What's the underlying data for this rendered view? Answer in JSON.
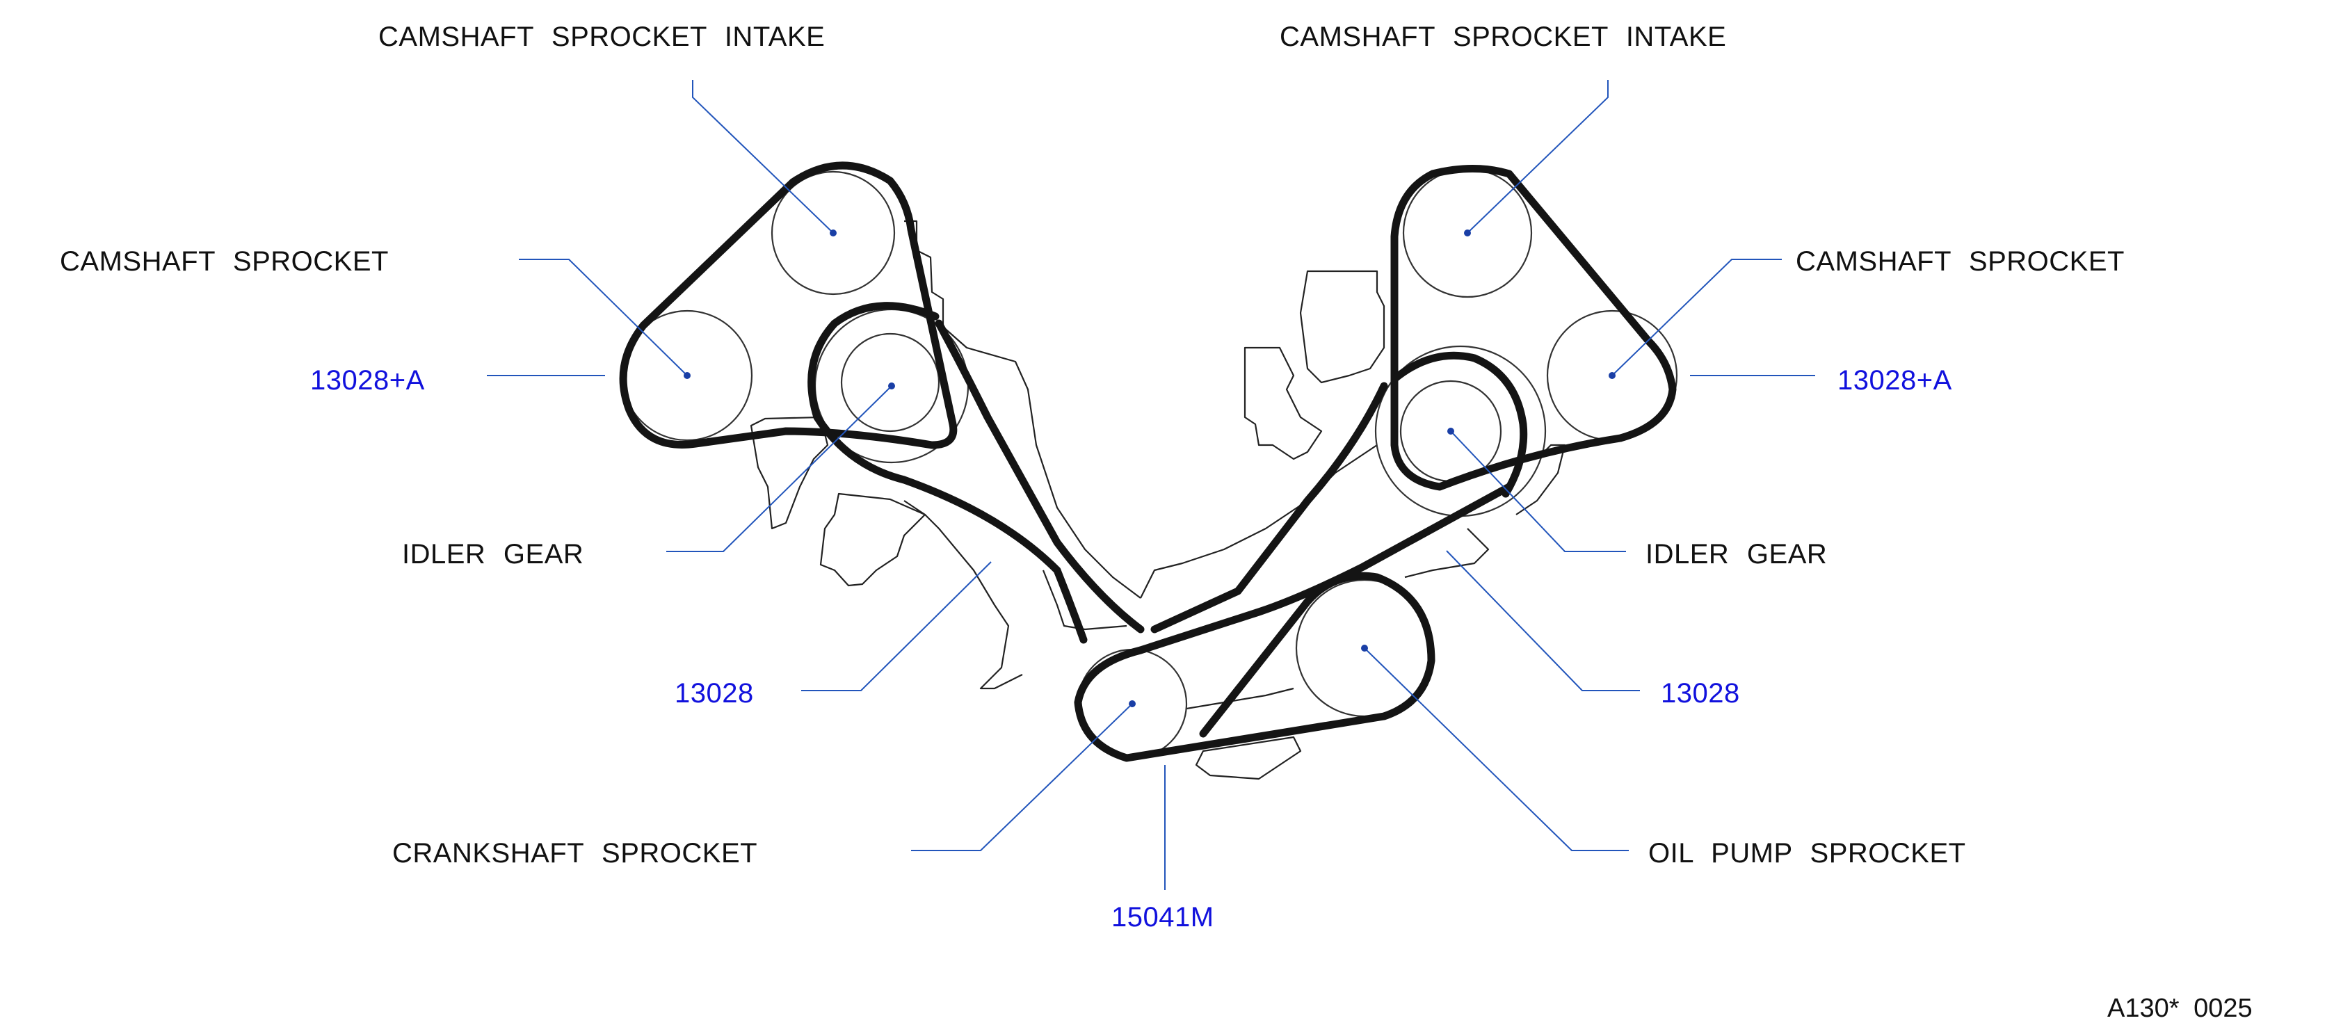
{
  "labels": {
    "left_cam_intake": "CAMSHAFT SPROCKET INTAKE",
    "right_cam_intake": "CAMSHAFT SPROCKET INTAKE",
    "left_cam": "CAMSHAFT SPROCKET",
    "right_cam": "CAMSHAFT SPROCKET",
    "left_idler": "IDLER GEAR",
    "right_idler": "IDLER GEAR",
    "crank": "CRANKSHAFT SPROCKET",
    "oil_pump": "OIL PUMP SPROCKET"
  },
  "part_numbers": {
    "left_13028a": "13028+A",
    "right_13028a": "13028+A",
    "left_13028": "13028",
    "right_13028": "13028",
    "chain_15041m": "15041M"
  },
  "figure_code": "A130* 0025",
  "colors": {
    "label_text": "#111111",
    "part_number_text": "#1111dd",
    "leader_line": "#2255bb",
    "chain": "#141414"
  }
}
